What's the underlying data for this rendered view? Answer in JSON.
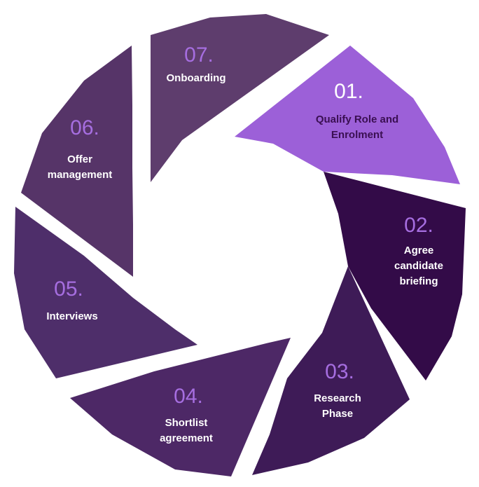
{
  "colors": {
    "background": "#ffffff",
    "segment_01": "#9c60d8",
    "segment_02": "#330b48",
    "segment_03": "#3e1b57",
    "segment_04": "#4d2866",
    "segment_05": "#4e2e6a",
    "segment_06": "#563468",
    "segment_07": "#5e3d6d",
    "number_light": "#a66ee0",
    "number_on_light": "#ffffff",
    "label_light": "#ffffff",
    "label_on_light": "#3a0f52"
  },
  "steps": [
    {
      "number": "01.",
      "label": "Qualify Role and\nEnrolment"
    },
    {
      "number": "02.",
      "label": "Agree\ncandidate\nbriefing"
    },
    {
      "number": "03.",
      "label": "Research\nPhase"
    },
    {
      "number": "04.",
      "label": "Shortlist\nagreement"
    },
    {
      "number": "05.",
      "label": "Interviews"
    },
    {
      "number": "06.",
      "label": "Offer\nmanagement"
    },
    {
      "number": "07.",
      "label": "Onboarding"
    }
  ]
}
